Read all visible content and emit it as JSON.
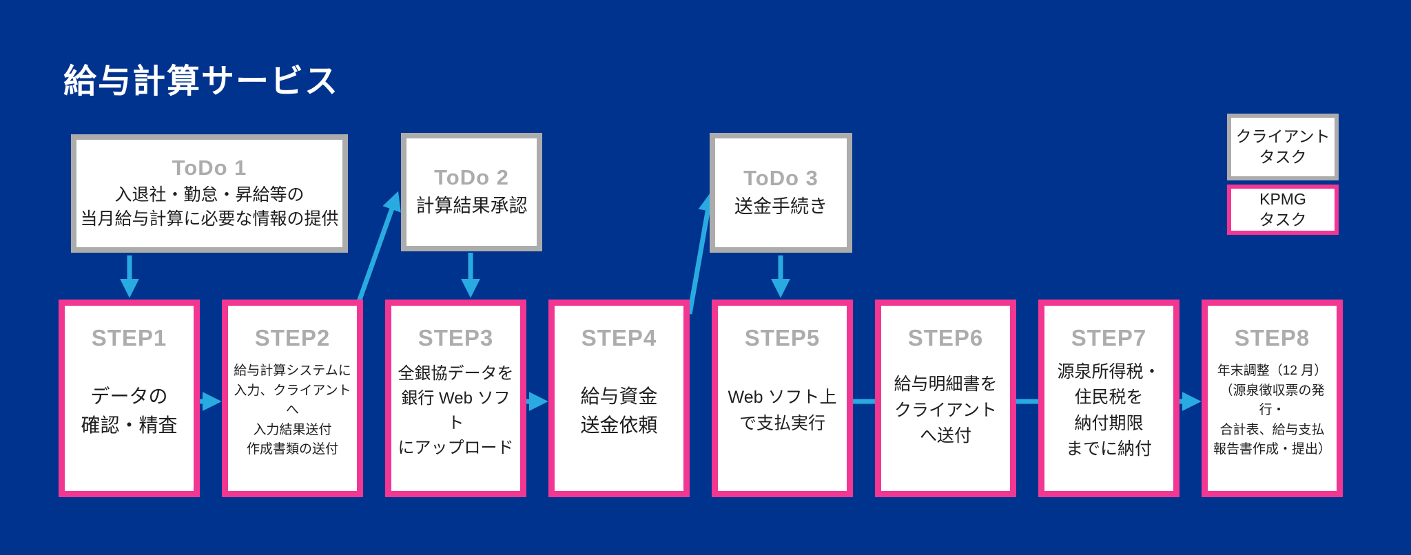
{
  "title": "給与計算サービス",
  "legend": {
    "client": {
      "label": [
        "クライアント",
        "タスク"
      ]
    },
    "kpmg": {
      "label": [
        "KPMG",
        "タスク"
      ]
    }
  },
  "todos": [
    {
      "label": "ToDo 1",
      "body": [
        "入退社・勤怠・昇給等の",
        "当月給与計算に必要な情報の提供"
      ]
    },
    {
      "label": "ToDo 2",
      "body": [
        "計算結果承認"
      ]
    },
    {
      "label": "ToDo 3",
      "body": [
        "送金手続き"
      ]
    }
  ],
  "steps": [
    {
      "label": "STEP1",
      "body": [
        "データの",
        "確認・精査"
      ]
    },
    {
      "label": "STEP2",
      "body": [
        "給与計算システムに",
        "入力、クライアントへ",
        "入力結果送付",
        "作成書類の送付"
      ]
    },
    {
      "label": "STEP3",
      "body": [
        "全銀協データを",
        "銀行 Web ソフト",
        "にアップロード"
      ]
    },
    {
      "label": "STEP4",
      "body": [
        "給与資金",
        "送金依頼"
      ]
    },
    {
      "label": "STEP5",
      "body": [
        "Web ソフト上",
        "で支払実行"
      ]
    },
    {
      "label": "STEP6",
      "body": [
        "給与明細書を",
        "クライアント",
        "へ送付"
      ]
    },
    {
      "label": "STEP7",
      "body": [
        "源泉所得税・",
        "住民税を",
        "納付期限",
        "までに納付"
      ]
    },
    {
      "label": "STEP8",
      "body": [
        "年末調整（12 月）",
        "（源泉徴収票の発行・",
        "合計表、給与支払",
        "報告書作成・提出）"
      ]
    }
  ],
  "colors": {
    "background": "#00338D",
    "box_bg": "#FFFFFF",
    "client_border": "#ACACAC",
    "kpmg_border": "#F23792",
    "arrow": "#29ABE2",
    "muted": "#ACACAC",
    "text": "#1E1E1E",
    "title": "#FFFFFF"
  }
}
